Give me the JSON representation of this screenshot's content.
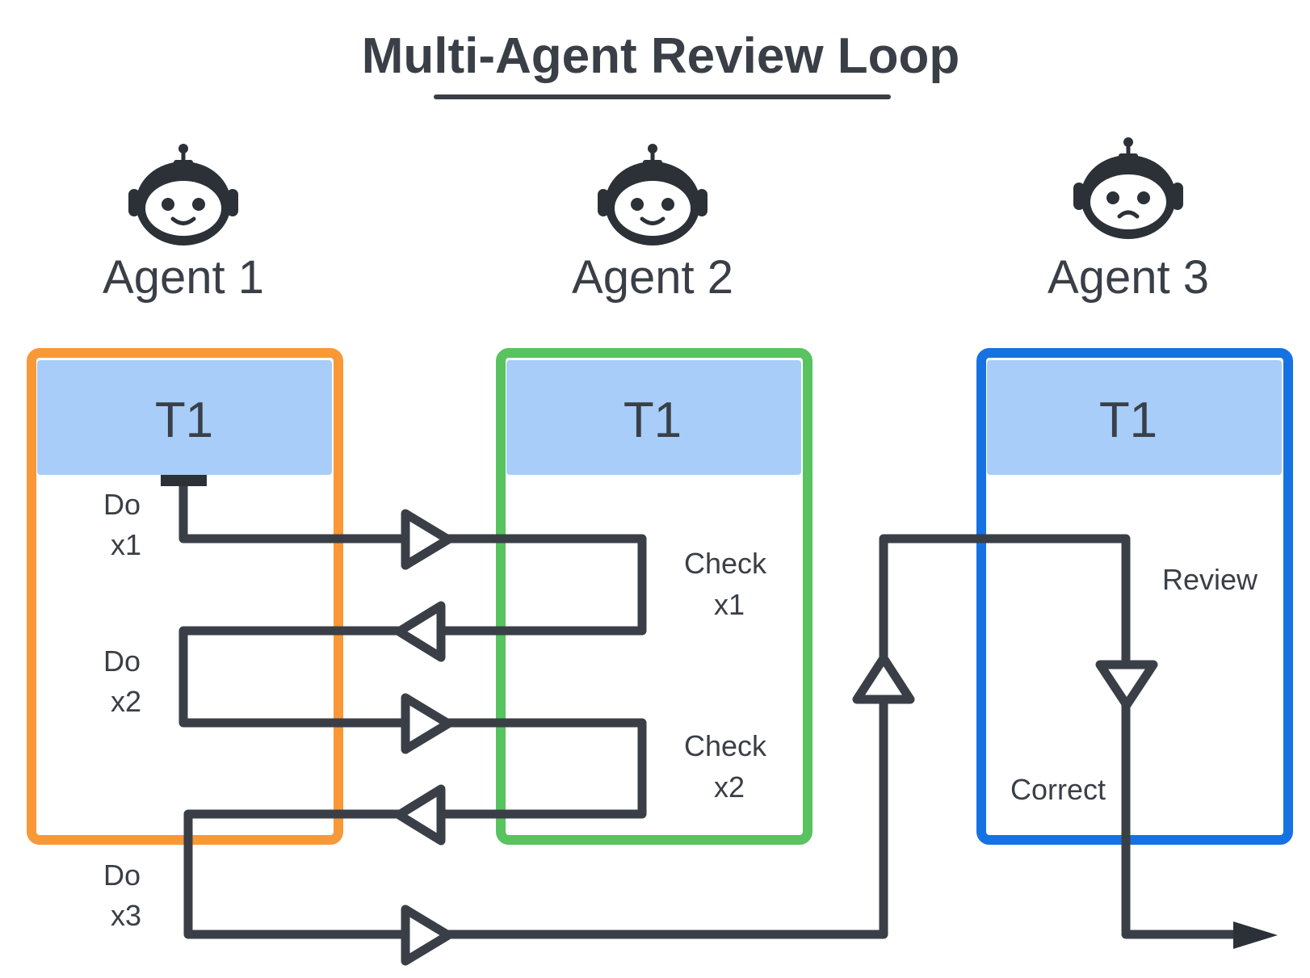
{
  "title": "Multi-Agent Review Loop",
  "colors": {
    "ink": "#3a3f47",
    "lane_header": "#a7cdf8",
    "agent1_border": "#f99837",
    "agent2_border": "#58c35f",
    "agent3_border": "#1672e2"
  },
  "agents": [
    {
      "name": "Agent 1",
      "icon": "robot-happy-icon"
    },
    {
      "name": "Agent 2",
      "icon": "robot-happy-icon"
    },
    {
      "name": "Agent 3",
      "icon": "robot-sad-icon"
    }
  ],
  "lanes": [
    {
      "header": "T1"
    },
    {
      "header": "T1"
    },
    {
      "header": "T1"
    }
  ],
  "steps": {
    "do_x1": [
      "Do",
      "x1"
    ],
    "do_x2": [
      "Do",
      "x2"
    ],
    "do_x3": [
      "Do",
      "x3"
    ],
    "check_x1": [
      "Check",
      "x1"
    ],
    "check_x2": [
      "Check",
      "x2"
    ],
    "review": "Review",
    "correct": "Correct"
  }
}
